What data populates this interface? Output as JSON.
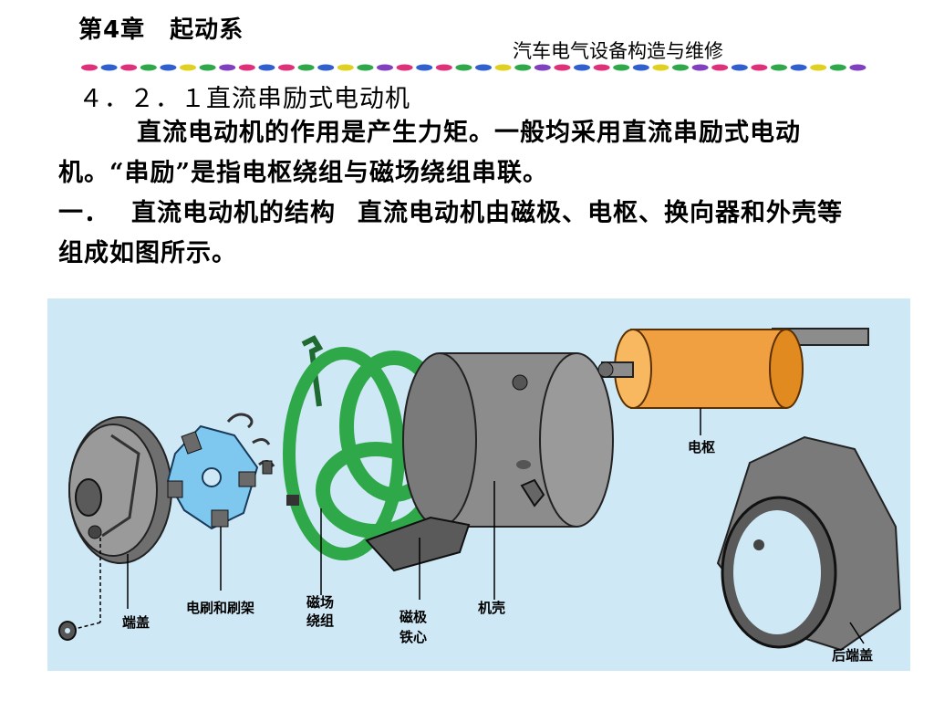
{
  "header": {
    "chapter": "第4章　起动系",
    "book_title": "汽车电气设备构造与维修"
  },
  "section_title": "４．２．１直流串励式电动机",
  "paragraph1": "直流电动机的作用是产生力矩。一般均采用直流串励式电动机。“串励”是指电枢绕组与磁场绕组串联。",
  "paragraph2": {
    "heading": "一．",
    "title": "直流电动机的结构",
    "body": "直流电动机由磁极、电枢、换向器和外壳等组成如图所示。"
  },
  "figure": {
    "background": "#cfe8f5",
    "labels": {
      "armature": "电枢",
      "end_cover": "端盖",
      "brush": "电刷和刷架",
      "field_coil_1": "磁场",
      "field_coil_2": "绕组",
      "pole_core_1": "磁极",
      "pole_core_2": "铁心",
      "housing": "机壳",
      "rear_end_cover": "后端盖"
    }
  },
  "colors": {
    "coil": "#2fa84a",
    "armature": "#f0a040",
    "brush_holder": "#7ec8f0",
    "metal": "#8c8c8c"
  }
}
